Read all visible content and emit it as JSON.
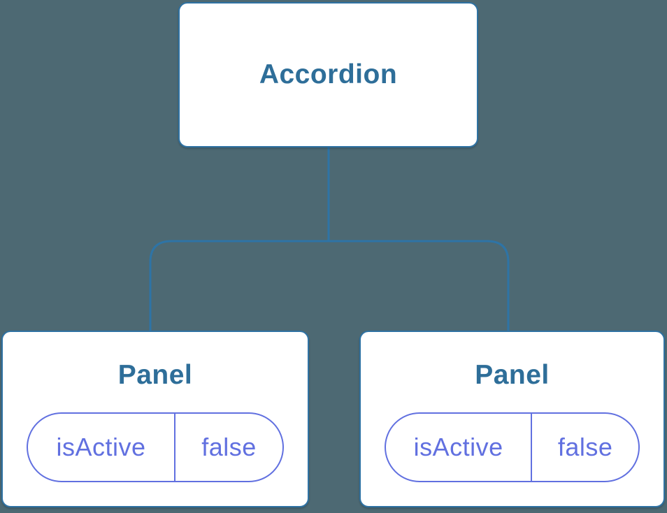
{
  "colors": {
    "background": "#4d6973",
    "node_border": "#2f72a3",
    "node_text": "#2e6e99",
    "connector": "#2e74a6",
    "pill": "#6170e0",
    "node_bg": "#ffffff"
  },
  "tree": {
    "root": {
      "label": "Accordion"
    },
    "children": [
      {
        "title": "Panel",
        "prop": {
          "name": "isActive",
          "value": "false"
        }
      },
      {
        "title": "Panel",
        "prop": {
          "name": "isActive",
          "value": "false"
        }
      }
    ]
  }
}
